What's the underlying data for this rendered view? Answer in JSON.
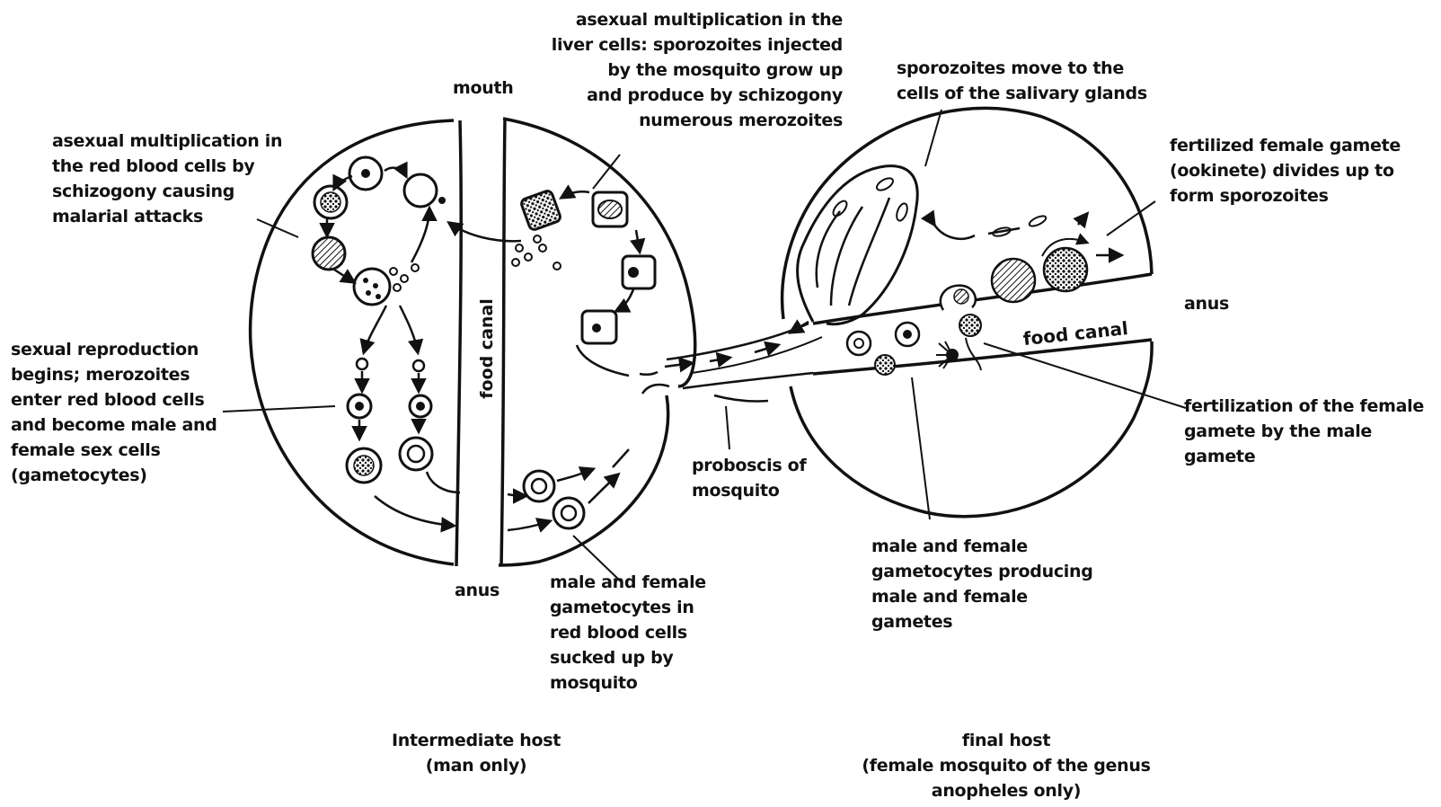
{
  "labels": {
    "liver": "asexual multiplication in the\nliver cells: sporozoites injected\nby the mosquito grow up\nand produce by schizogony\nnumerous merozoites",
    "mouth": "mouth",
    "red_blood": "asexual multiplication in\nthe red blood cells by\nschizogony causing\nmalarial attacks",
    "sexual": "sexual reproduction\nbegins; merozoites\nenter red blood cells\nand become male and\nfemale sex cells\n(gametocytes)",
    "food_canal_left": "food canal",
    "anus_left": "anus",
    "gametocytes_blood": "male and female\ngametocytes in\nred blood cells\nsucked up by\nmosquito",
    "proboscis": "proboscis of\nmosquito",
    "sporozoites_move": "sporozoites move to the\ncells of the salivary glands",
    "fertilized": "fertilized female gamete\n(ookinete) divides up to\nform sporozoites",
    "anus_right": "anus",
    "food_canal_right": "food canal",
    "fertilization": "fertilization of the female\ngamete by the male\ngamete",
    "gametocytes_producing": "male and female\ngametocytes producing\nmale and female\ngametes",
    "intermediate_host": "Intermediate host\n(man only)",
    "final_host": "final host\n(female mosquito of the genus\nanopheles only)"
  }
}
